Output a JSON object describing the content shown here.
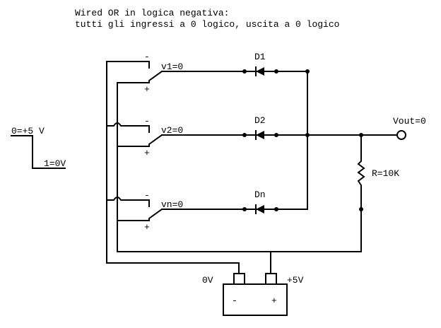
{
  "title": {
    "line1": "Wired OR in logica negativa:",
    "line2": "tutti gli ingressi a 0 logico, uscita a 0 logico"
  },
  "legend": {
    "high_label": "0=+5  V",
    "low_label": "1=0V"
  },
  "switches": [
    {
      "label": "v1=0",
      "minus": "-",
      "plus": "+"
    },
    {
      "label": "v2=0",
      "minus": "-",
      "plus": "+"
    },
    {
      "label": "vn=0",
      "minus": "-",
      "plus": "+"
    }
  ],
  "diodes": [
    {
      "label": "D1"
    },
    {
      "label": "D2"
    },
    {
      "label": "Dn"
    }
  ],
  "output": {
    "label": "Vout=0"
  },
  "resistor": {
    "label": "R=10K"
  },
  "battery": {
    "neg_label": "0V",
    "pos_label": "+5V",
    "neg_sign": "-",
    "pos_sign": "+"
  }
}
